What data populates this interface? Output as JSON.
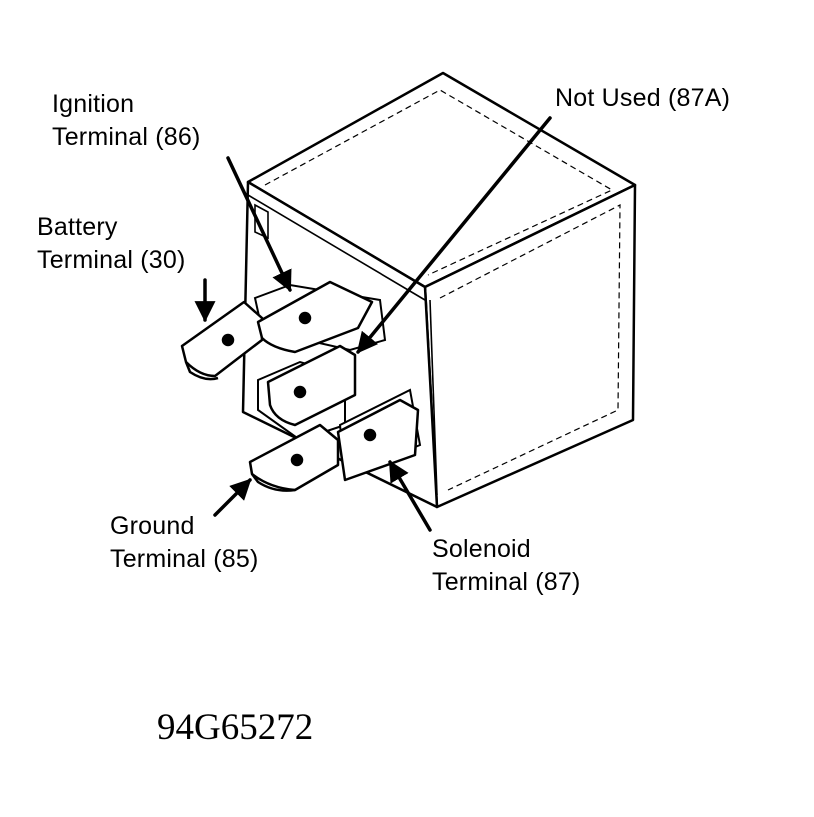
{
  "labels": {
    "ignition_line1": "Ignition",
    "ignition_line2": "Terminal (86)",
    "battery_line1": "Battery",
    "battery_line2": "Terminal (30)",
    "not_used": "Not Used (87A)",
    "ground_line1": "Ground",
    "ground_line2": "Terminal (85)",
    "solenoid_line1": "Solenoid",
    "solenoid_line2": "Terminal (87)"
  },
  "figure_code": "94G65272",
  "colors": {
    "ink": "#000000",
    "paper": "#ffffff"
  }
}
